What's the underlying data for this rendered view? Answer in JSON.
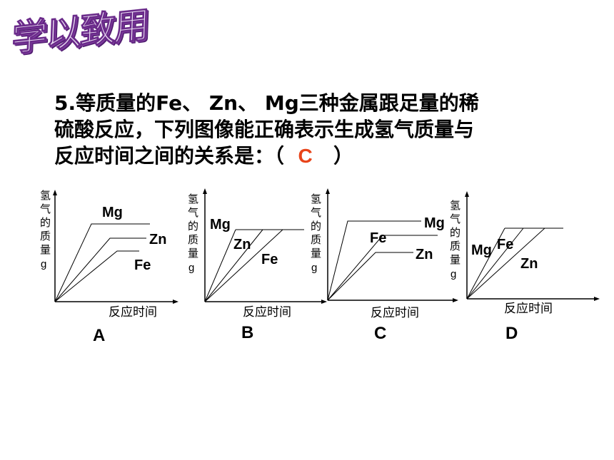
{
  "banner": {
    "title": "学以致用"
  },
  "question": {
    "lines": [
      "5.等质量的Fe、 Zn、 Mg三种金属跟足量的稀",
      "硫酸反应，下列图像能正确表示生成氢气质量与",
      "反应时间之间的关系是：（"
    ],
    "answer": "C",
    "close": "）"
  },
  "graphs": [
    {
      "letter": "A",
      "ylabel": [
        "氢",
        "气",
        "的",
        "质",
        "量",
        "g"
      ],
      "xlabel": "反应时间",
      "metals": [
        "Mg",
        "Zn",
        "Fe"
      ]
    },
    {
      "letter": "B",
      "ylabel": [
        "氢",
        "气",
        "的",
        "质",
        "量",
        "g"
      ],
      "xlabel": "反应时间",
      "metals": [
        "Mg",
        "Zn",
        "Fe"
      ]
    },
    {
      "letter": "C",
      "ylabel": [
        "氢",
        "气",
        "的",
        "质",
        "量",
        "g"
      ],
      "xlabel": "反应时间",
      "metals": [
        "Mg",
        "Fe",
        "Zn"
      ]
    },
    {
      "letter": "D",
      "ylabel": [
        "氢",
        "气",
        "的",
        "质",
        "量",
        "g"
      ],
      "xlabel": "反应时间",
      "metals": [
        "Mg",
        "Fe",
        "Zn"
      ]
    }
  ]
}
